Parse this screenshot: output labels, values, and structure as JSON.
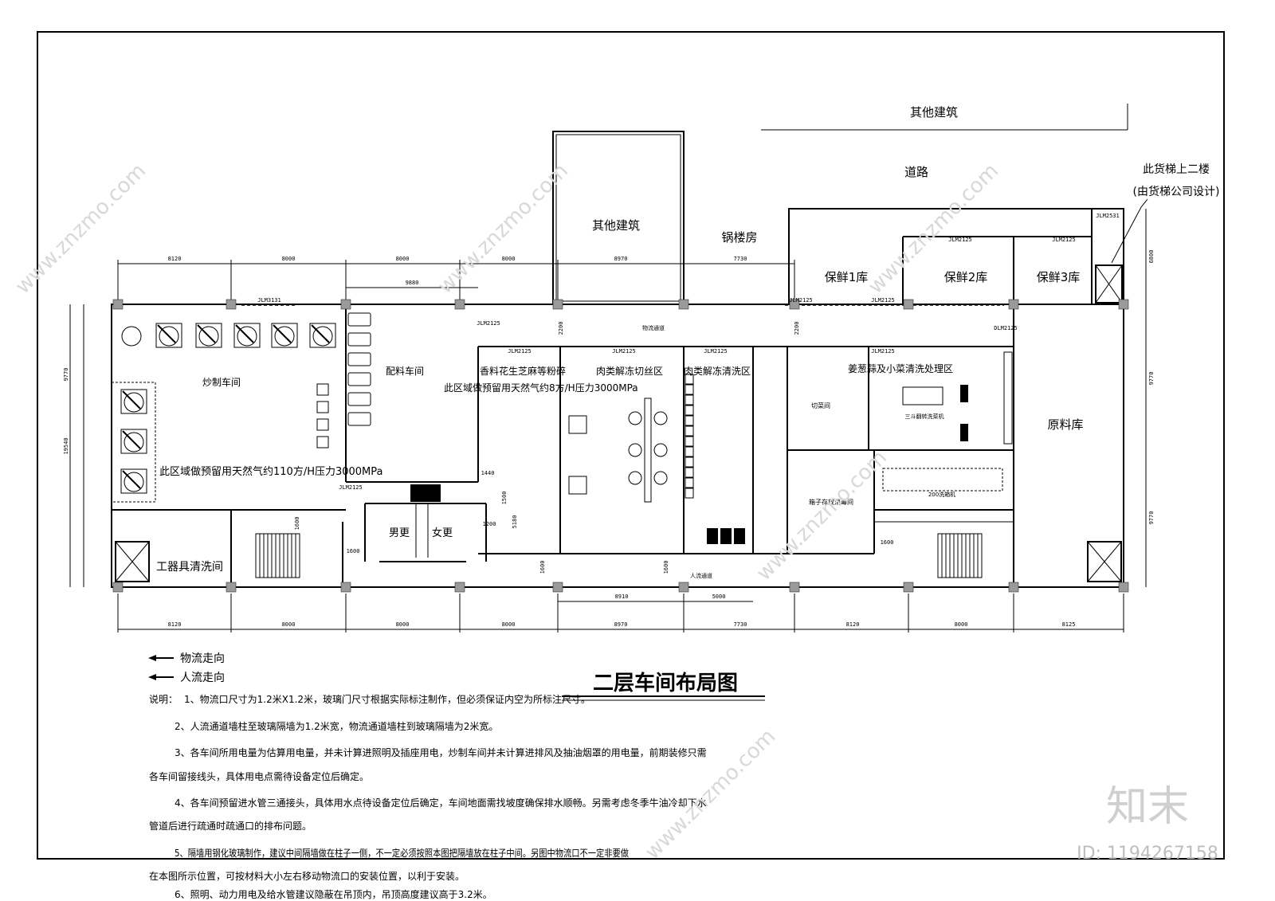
{
  "title": "二层车间布局图",
  "surroundings": {
    "other_building_top": "其他建筑",
    "road": "道路",
    "other_building_mid": "其他建筑",
    "boiler_room": "锅楼房",
    "elevator_note_1": "此货梯上二楼",
    "elevator_note_2": "(由货梯公司设计)"
  },
  "rooms": {
    "frying": "炒制车间",
    "ingredients": "配料车间",
    "spice": "香料花生芝麻等粉碎",
    "meat_cut": "肉类解冻切丝区",
    "meat_wash": "肉类解冻清洗区",
    "veg": "姜葱蒜及小菜清洗处理区",
    "veg_cut": "切菜间",
    "veg_washer": "三斗翻转洗菜机",
    "box_store": "箱子存放消毒间",
    "box_washer": "200洗箱机",
    "raw_store": "原料库",
    "cold1": "保鲜1库",
    "cold2": "保鲜2库",
    "cold3": "保鲜3库",
    "tool_wash": "工器具清洗间",
    "male_change": "男更",
    "female_change": "女更",
    "logistics_corridor": "物流通道",
    "people_corridor": "人流通道"
  },
  "gas_notes": {
    "frying": "此区域做预留用天然气约110方/H压力3000MPa",
    "spice": "此区域做预留用天然气约8方/H压力3000MPa"
  },
  "door_codes": {
    "jlm3131": "JLM3131",
    "jlm2125": "JLM2125",
    "jlm2531": "JLM2531",
    "dlm2125": "DLM2125"
  },
  "dimensions": {
    "top": [
      "8120",
      "8000",
      "8000",
      "8000",
      "8970",
      "7730"
    ],
    "top_sub": "9880",
    "bottom": [
      "8120",
      "8000",
      "8000",
      "8000",
      "8970",
      "7730",
      "8120",
      "8000",
      "8125"
    ],
    "bottom_sub": [
      "8910",
      "5000"
    ],
    "left": [
      "9770",
      "19540"
    ],
    "right": [
      "6800",
      "9770",
      "9770"
    ],
    "corridor": [
      "2200",
      "2200"
    ],
    "misc": [
      "1600",
      "1600",
      "1600",
      "1200",
      "1440",
      "1500",
      "5180",
      "1600",
      "1600"
    ]
  },
  "legend": {
    "logistics": "物流走向",
    "people": "人流走向"
  },
  "notes": {
    "heading": "说明：",
    "lines": [
      "1、物流口尺寸为1.2米X1.2米，玻璃门尺寸根据实际标注制作，但必须保证内空为所标注尺寸。",
      "2、人流通道墙柱至玻璃隔墙为1.2米宽，物流通道墙柱到玻璃隔墙为2米宽。",
      "3、各车间所用电量为估算用电量，并未计算进照明及插座用电，炒制车间并未计算进排风及抽油烟罩的用电量，前期装修只需",
      "各车间留接线头，具体用电点需待设备定位后确定。",
      "4、各车间预留进水管三通接头，具体用水点待设备定位后确定，车间地面需找坡度确保排水顺畅。另需考虑冬季牛油冷却下水",
      "管道后进行疏通时疏通口的排布问题。",
      "5、隔墙用钢化玻璃制作，建议中间隔墙做在柱子一侧，不一定必须按照本图把隔墙放在柱子中间。另图中物流口不一定非要做",
      "在本图所示位置，可按材料大小左右移动物流口的安装位置，以利于安装。",
      "6、照明、动力用电及给水管建议隐蔽在吊顶内，吊顶高度建议高于3.2米。"
    ]
  },
  "watermark": {
    "brand": "知末",
    "site": "www.znzmo.com",
    "id": "ID: 1194267158"
  }
}
